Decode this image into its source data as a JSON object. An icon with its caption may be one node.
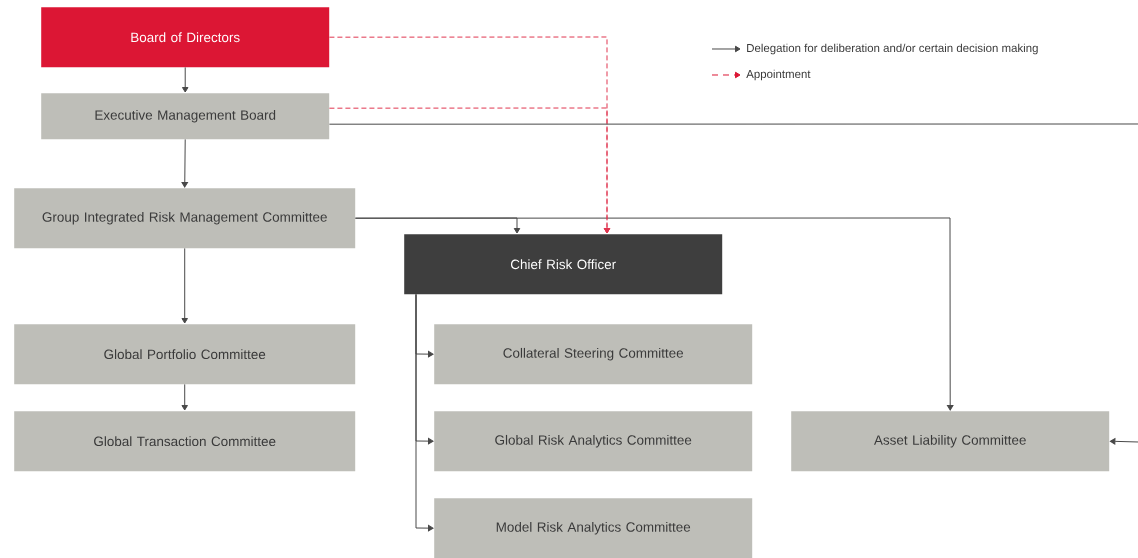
{
  "diagram": {
    "nodes": [
      {
        "text": [
          "Board of Directors"
        ]
      },
      {
        "text": [
          "Executive Management Board"
        ]
      },
      {
        "text": [
          "Group Integrated Risk Management Committee"
        ]
      },
      {
        "text": [
          "Chief Risk Officer"
        ]
      },
      {
        "text": [
          "Global Portfolio Committee"
        ]
      },
      {
        "text": [
          "Global Transaction Committee"
        ]
      },
      {
        "text": [
          "Collateral Steering Committee"
        ]
      },
      {
        "text": [
          "Global Risk Analytics Committee"
        ]
      },
      {
        "text": [
          "Model Risk Analytics Committee"
        ]
      },
      {
        "text": [
          "Asset Liability Committee"
        ]
      }
    ],
    "edges": [
      {
        "from": 0,
        "to": 1,
        "arrow": "to"
      },
      {
        "from": 1,
        "to": 2,
        "arrow": "to"
      },
      {
        "from": 2,
        "to": 3,
        "arrow": "to"
      },
      {
        "from": 2,
        "to": 9,
        "arrow": "to"
      },
      {
        "from": 2,
        "to": 4,
        "arrow": "to"
      },
      {
        "from": 4,
        "to": 5,
        "arrow": "to"
      },
      {
        "from": 3,
        "to": 6,
        "arrow": "to"
      },
      {
        "from": 3,
        "to": 7,
        "arrow": "to"
      },
      {
        "from": 3,
        "to": 8,
        "arrow": "to"
      },
      {
        "from": 0,
        "to": 3,
        "arrow": "to",
        "style": "dashed",
        "color": "#e0354f"
      },
      {
        "from": 1,
        "to": 3,
        "arrow": "to",
        "style": "dashed",
        "color": "#e0354f"
      },
      {
        "from": 1,
        "to": null,
        "arrow": "none"
      },
      {
        "from": null,
        "to": 9,
        "arrow": "to"
      }
    ],
    "legend": [
      {
        "text": "Delegation for deliberation and/or certain decision making"
      },
      {
        "text": "Appointment"
      }
    ]
  }
}
